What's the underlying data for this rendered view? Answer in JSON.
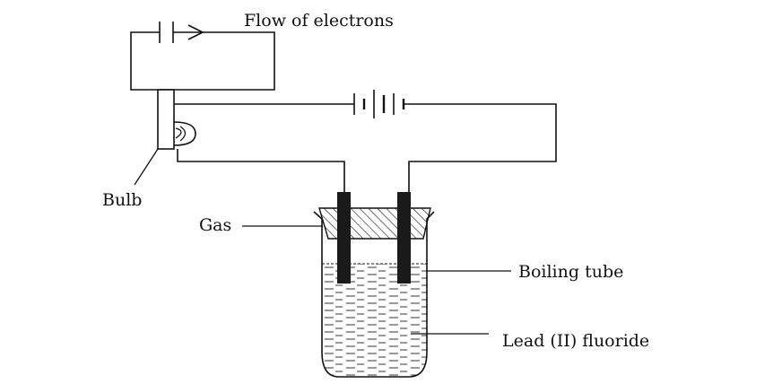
{
  "diagram": {
    "labels": {
      "flow": "Flow of electrons",
      "bulb": "Bulb",
      "gas": "Gas",
      "tube": "Boiling tube",
      "melt": "Lead (II) fluoride"
    }
  }
}
